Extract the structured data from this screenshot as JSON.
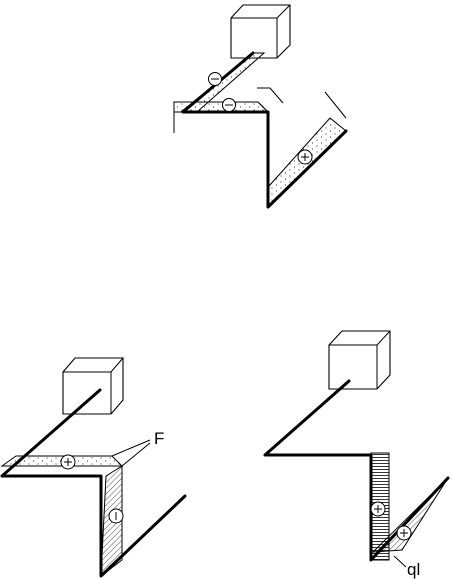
{
  "diagrams": [
    {
      "id": "top",
      "signs": [
        "−",
        "−",
        "+"
      ]
    },
    {
      "id": "bottom-left",
      "signs": [
        "+",
        "|"
      ],
      "label": "F"
    },
    {
      "id": "bottom-right",
      "signs": [
        "+",
        "+"
      ],
      "label": "ql"
    }
  ],
  "colors": {
    "stroke": "#000000",
    "fill": "#ffffff"
  }
}
